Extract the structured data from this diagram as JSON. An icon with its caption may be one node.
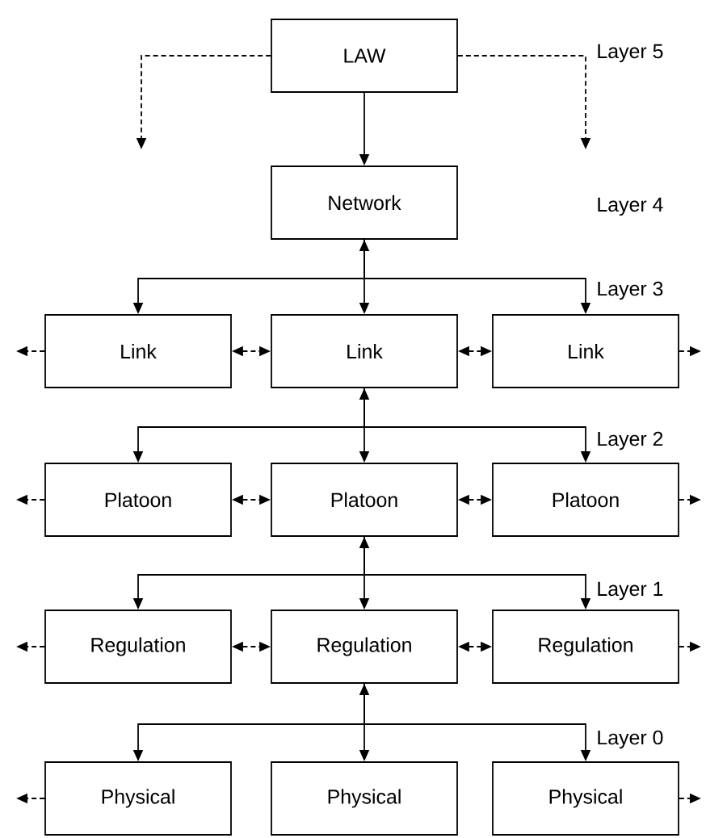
{
  "diagram": {
    "nodes": [
      {
        "text": [
          "LAW"
        ]
      },
      {
        "text": [
          "Network"
        ]
      },
      {
        "text": [
          "Link"
        ]
      },
      {
        "text": [
          "Link"
        ]
      },
      {
        "text": [
          "Link"
        ]
      },
      {
        "text": [
          "Platoon"
        ]
      },
      {
        "text": [
          "Platoon"
        ]
      },
      {
        "text": [
          "Platoon"
        ]
      },
      {
        "text": [
          "Regulation"
        ]
      },
      {
        "text": [
          "Regulation"
        ]
      },
      {
        "text": [
          "Regulation"
        ]
      },
      {
        "text": [
          "Physical"
        ]
      },
      {
        "text": [
          "Physical"
        ]
      },
      {
        "text": [
          "Physical"
        ]
      }
    ],
    "edges": [
      {
        "from": 0,
        "to": 1,
        "arrow": "to"
      },
      {
        "from": 0,
        "to": null,
        "arrow": "to",
        "style": "dashed"
      },
      {
        "from": 0,
        "to": null,
        "arrow": "to",
        "style": "dashed"
      },
      {
        "from": 1,
        "to": 2,
        "arrow": "to"
      },
      {
        "from": 1,
        "to": 3,
        "arrow": "both"
      },
      {
        "from": 1,
        "to": 4,
        "arrow": "to"
      },
      {
        "from": 2,
        "to": 3,
        "arrow": "both",
        "style": "dashed"
      },
      {
        "from": 3,
        "to": 4,
        "arrow": "both",
        "style": "dashed"
      },
      {
        "from": 2,
        "to": null,
        "arrow": "to",
        "style": "dashed"
      },
      {
        "from": 4,
        "to": null,
        "arrow": "to",
        "style": "dashed"
      },
      {
        "from": 3,
        "to": 5,
        "arrow": "to"
      },
      {
        "from": 3,
        "to": 6,
        "arrow": "both"
      },
      {
        "from": 3,
        "to": 7,
        "arrow": "to"
      },
      {
        "from": 5,
        "to": 6,
        "arrow": "both",
        "style": "dashed"
      },
      {
        "from": 6,
        "to": 7,
        "arrow": "both",
        "style": "dashed"
      },
      {
        "from": 5,
        "to": null,
        "arrow": "to",
        "style": "dashed"
      },
      {
        "from": 7,
        "to": null,
        "arrow": "to",
        "style": "dashed"
      },
      {
        "from": 6,
        "to": 8,
        "arrow": "to"
      },
      {
        "from": 6,
        "to": 9,
        "arrow": "both"
      },
      {
        "from": 6,
        "to": 10,
        "arrow": "to"
      },
      {
        "from": 8,
        "to": 9,
        "arrow": "both",
        "style": "dashed"
      },
      {
        "from": 9,
        "to": 10,
        "arrow": "both",
        "style": "dashed"
      },
      {
        "from": 8,
        "to": null,
        "arrow": "to",
        "style": "dashed"
      },
      {
        "from": 10,
        "to": null,
        "arrow": "to",
        "style": "dashed"
      },
      {
        "from": 9,
        "to": 11,
        "arrow": "to"
      },
      {
        "from": 9,
        "to": 12,
        "arrow": "both"
      },
      {
        "from": 9,
        "to": 13,
        "arrow": "to"
      },
      {
        "from": 11,
        "to": null,
        "arrow": "to",
        "style": "dashed"
      },
      {
        "from": 13,
        "to": null,
        "arrow": "to",
        "style": "dashed"
      }
    ],
    "labels": [
      "Layer 5",
      "Layer 4",
      "Layer 3",
      "Layer 2",
      "Layer 1",
      "Layer 0"
    ]
  }
}
